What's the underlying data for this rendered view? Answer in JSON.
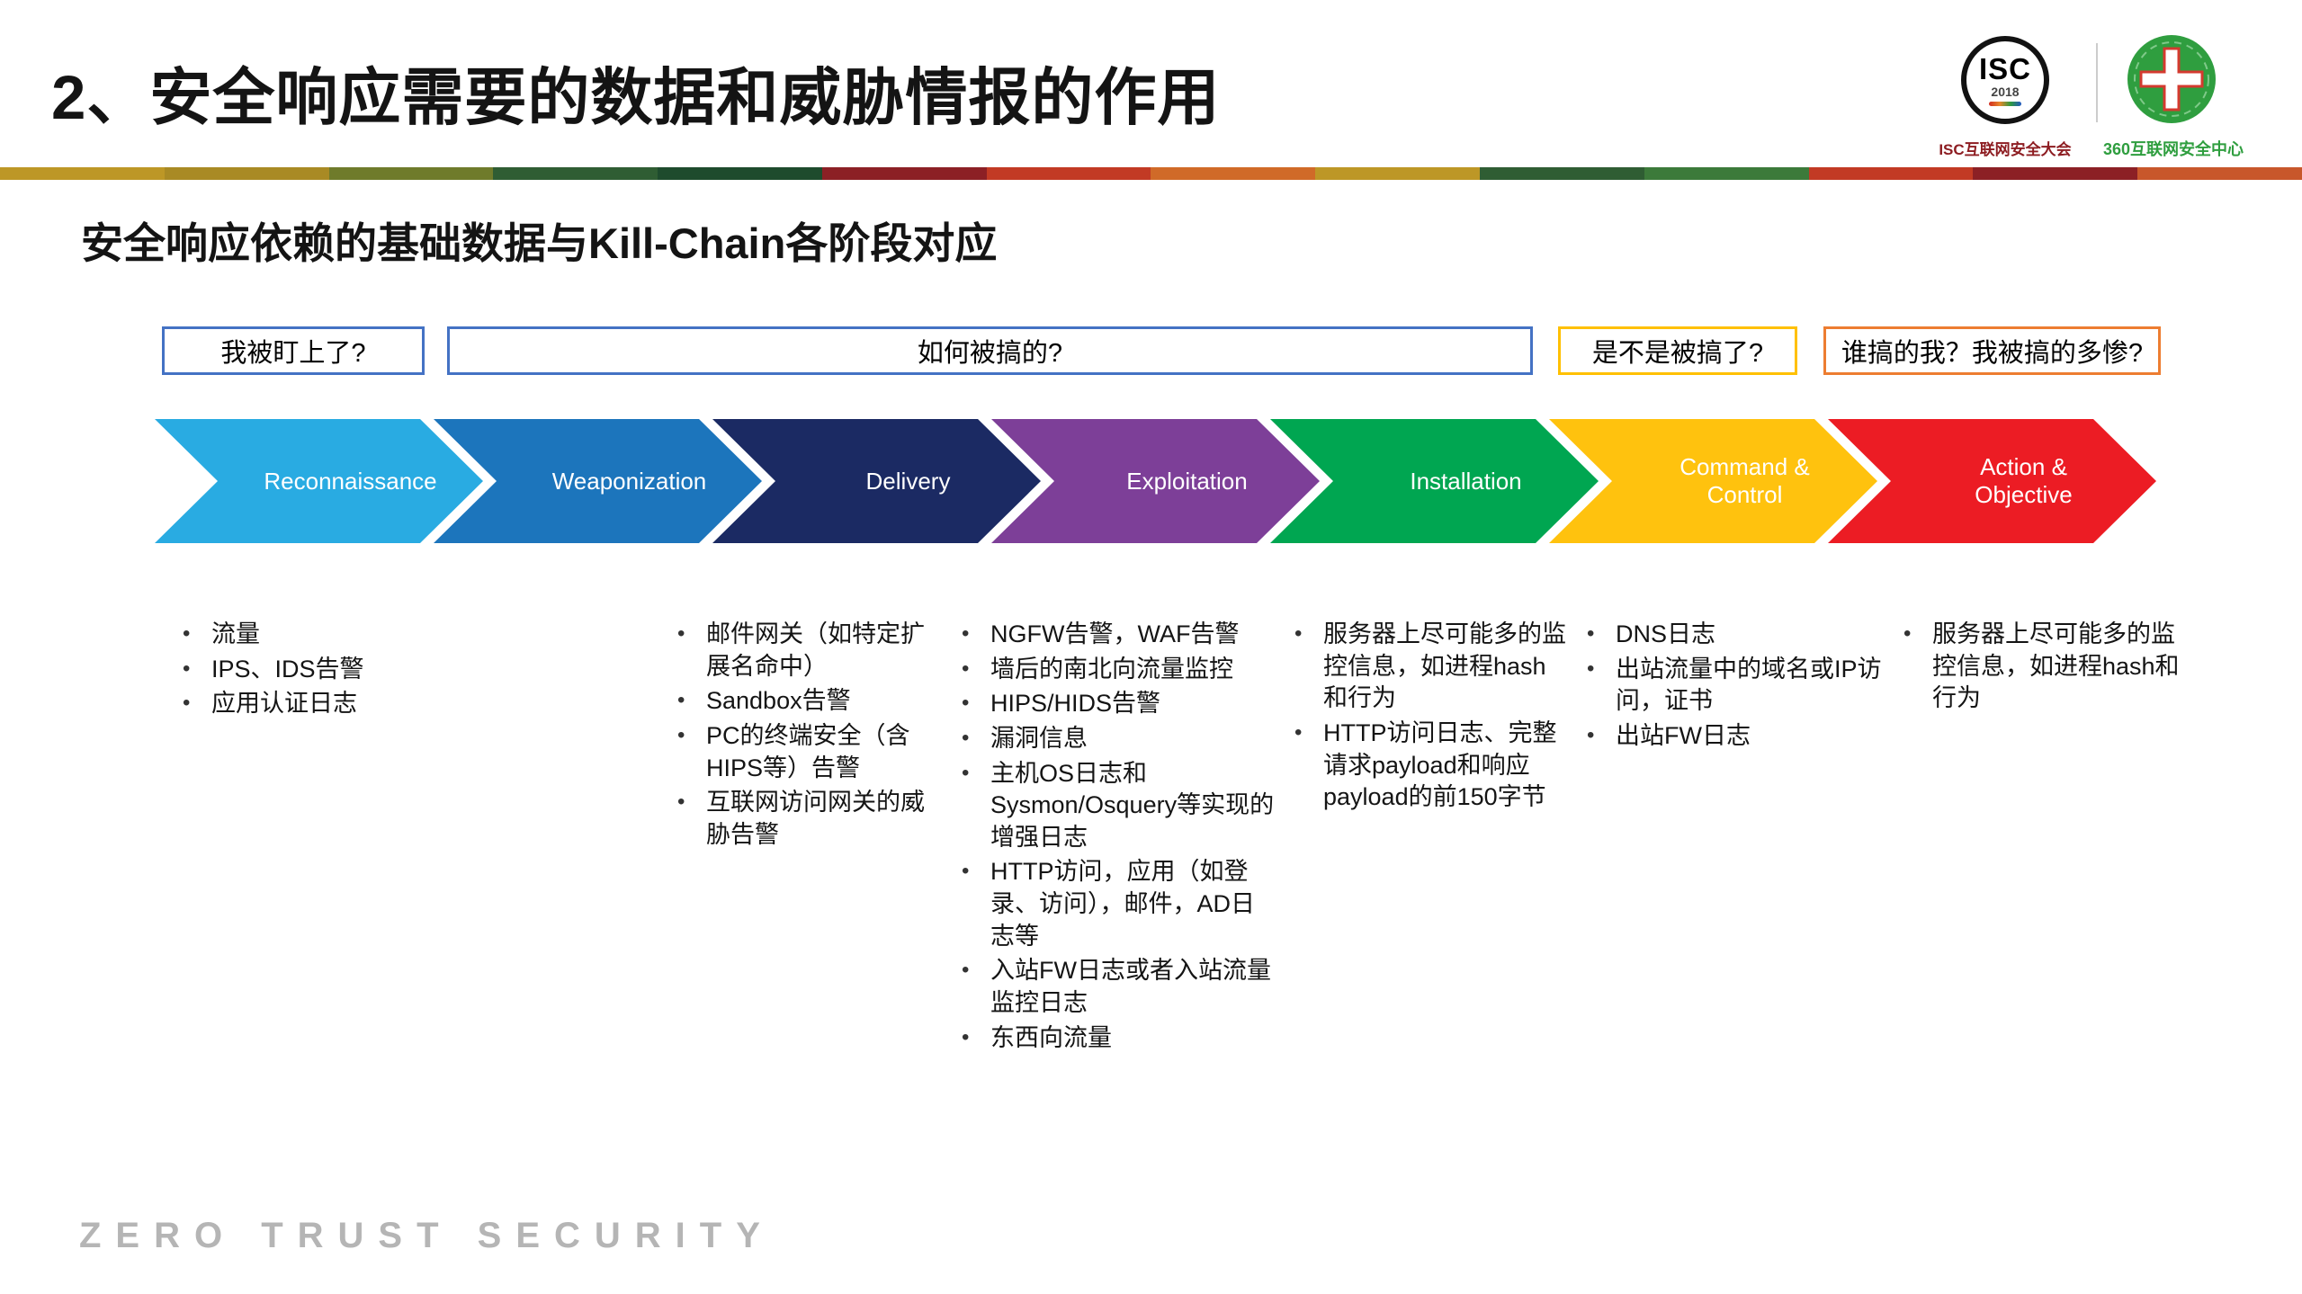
{
  "page": {
    "title": "2、安全响应需要的数据和威胁情报的作用",
    "subtitle": "安全响应依赖的基础数据与Kill-Chain各阶段对应",
    "footer_watermark": "ZERO TRUST SECURITY"
  },
  "logos": {
    "isc": {
      "abbr": "ISC",
      "year": "2018",
      "caption": "ISC互联网安全大会",
      "caption_color": "#8D1D22"
    },
    "qihoo360": {
      "caption": "360互联网安全中心",
      "brand_green": "#2F9E3F"
    }
  },
  "decor_strip_colors": [
    "#BD9726",
    "#A98A24",
    "#6F7B2B",
    "#2F5D33",
    "#1E4B2D",
    "#8C2025",
    "#C23A24",
    "#D06A28",
    "#BD9726",
    "#2F5D33",
    "#3C7A3A",
    "#C23A24",
    "#8C2025",
    "#C8572B"
  ],
  "questions": [
    {
      "label": "我被盯上了?",
      "border_color": "#4472C4"
    },
    {
      "label": "如何被搞的?",
      "border_color": "#4472C4"
    },
    {
      "label": "是不是被搞了?",
      "border_color": "#FFC000"
    },
    {
      "label": "谁搞的我？我被搞的多惨?",
      "border_color": "#ED7D31"
    }
  ],
  "killchain_stages": [
    {
      "label": "Reconnaissance",
      "color": "#29ABE2"
    },
    {
      "label": "Weaponization",
      "color": "#1C75BC"
    },
    {
      "label": "Delivery",
      "color": "#1B2A63"
    },
    {
      "label": "Exploitation",
      "color": "#7D3F98"
    },
    {
      "label": "Installation",
      "color": "#00A651"
    },
    {
      "label": "Command & Control",
      "color": "#FFC20E"
    },
    {
      "label": "Action & Objective",
      "color": "#EC1C24"
    }
  ],
  "data_columns": [
    {
      "stage": "Reconnaissance",
      "items": [
        "流量",
        "IPS、IDS告警",
        "应用认证日志"
      ]
    },
    {
      "stage": "Delivery",
      "items": [
        "邮件网关（如特定扩展名命中）",
        "Sandbox告警",
        "PC的终端安全（含HIPS等）告警",
        "互联网访问网关的威胁告警"
      ]
    },
    {
      "stage": "Exploitation",
      "items": [
        "NGFW告警，WAF告警",
        "墙后的南北向流量监控",
        "HIPS/HIDS告警",
        "漏洞信息",
        "主机OS日志和Sysmon/Osquery等实现的增强日志",
        "HTTP访问，应用（如登录、访问），邮件，AD日志等",
        "入站FW日志或者入站流量监控日志",
        "东西向流量"
      ]
    },
    {
      "stage": "Installation",
      "items": [
        "服务器上尽可能多的监控信息，如进程hash和行为",
        "HTTP访问日志、完整请求payload和响应payload的前150字节"
      ]
    },
    {
      "stage": "Command & Control",
      "items": [
        "DNS日志",
        "出站流量中的域名或IP访问，证书",
        "出站FW日志"
      ]
    },
    {
      "stage": "Action & Objective",
      "items": [
        "服务器上尽可能多的监控信息，如进程hash和行为"
      ]
    }
  ]
}
